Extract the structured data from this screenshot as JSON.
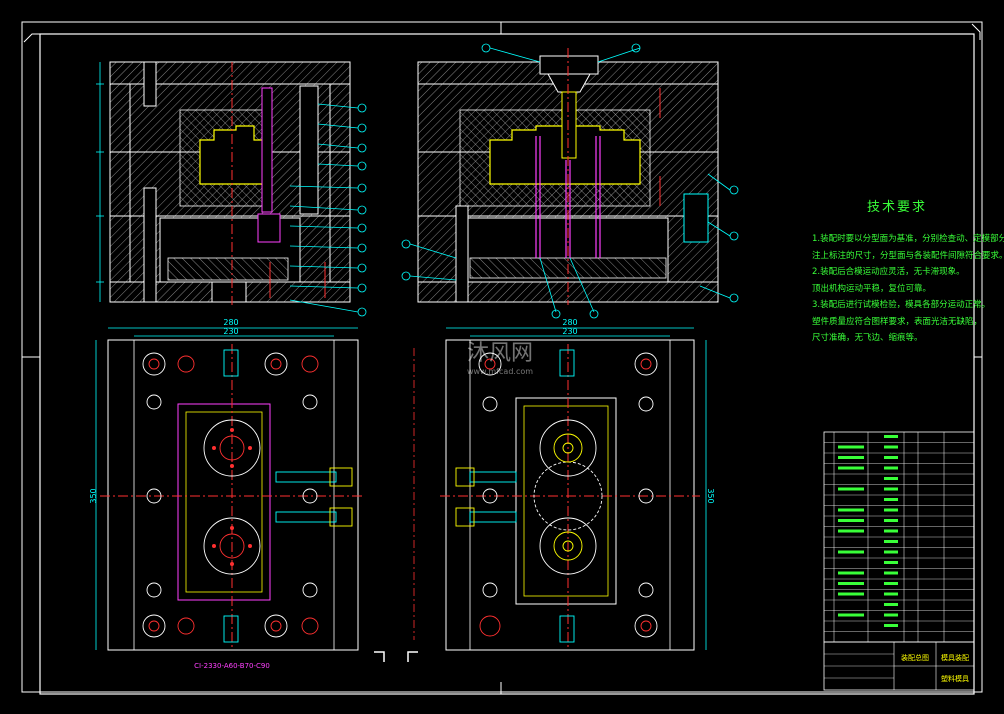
{
  "drawing": {
    "tech_requirements": {
      "title": "技术要求",
      "lines": [
        "1.装配时要以分型面为基准，分别检查动、定模部分。",
        "注上标注的尺寸，分型面与各装配件间隙符合要求。",
        "2.装配后合模运动应灵活，无卡滞现象。",
        "顶出机构运动平稳，复位可靠。",
        "3.装配后进行试模检验，模具各部分运动正常。",
        "塑件质量应符合图样要求，表面光洁无缺陷，",
        "尺寸准确，无飞边、缩痕等。"
      ]
    },
    "dimensions": {
      "left_plan_width_outer": "280",
      "left_plan_width_inner": "230",
      "right_plan_width_outer": "280",
      "right_plan_width_inner": "230",
      "left_plan_height": "350",
      "right_plan_height": "350"
    },
    "mold_designation": "CI-2330-A60-B70-C90",
    "watermark": {
      "brand": "沐风网",
      "url": "www.mfcad.com"
    },
    "title_block": {
      "drawing_name": "模具装配",
      "designer": "塑料模具",
      "stamp": "装配总图"
    },
    "colors": {
      "background": "#000000",
      "frame": "#ffffff",
      "hatch": "#ffffff",
      "centerline": "#ff2020",
      "dimension": "#00ffff",
      "part_outline": "#ffff00",
      "leader": "#ff40ff",
      "notes": "#39ff39"
    }
  }
}
